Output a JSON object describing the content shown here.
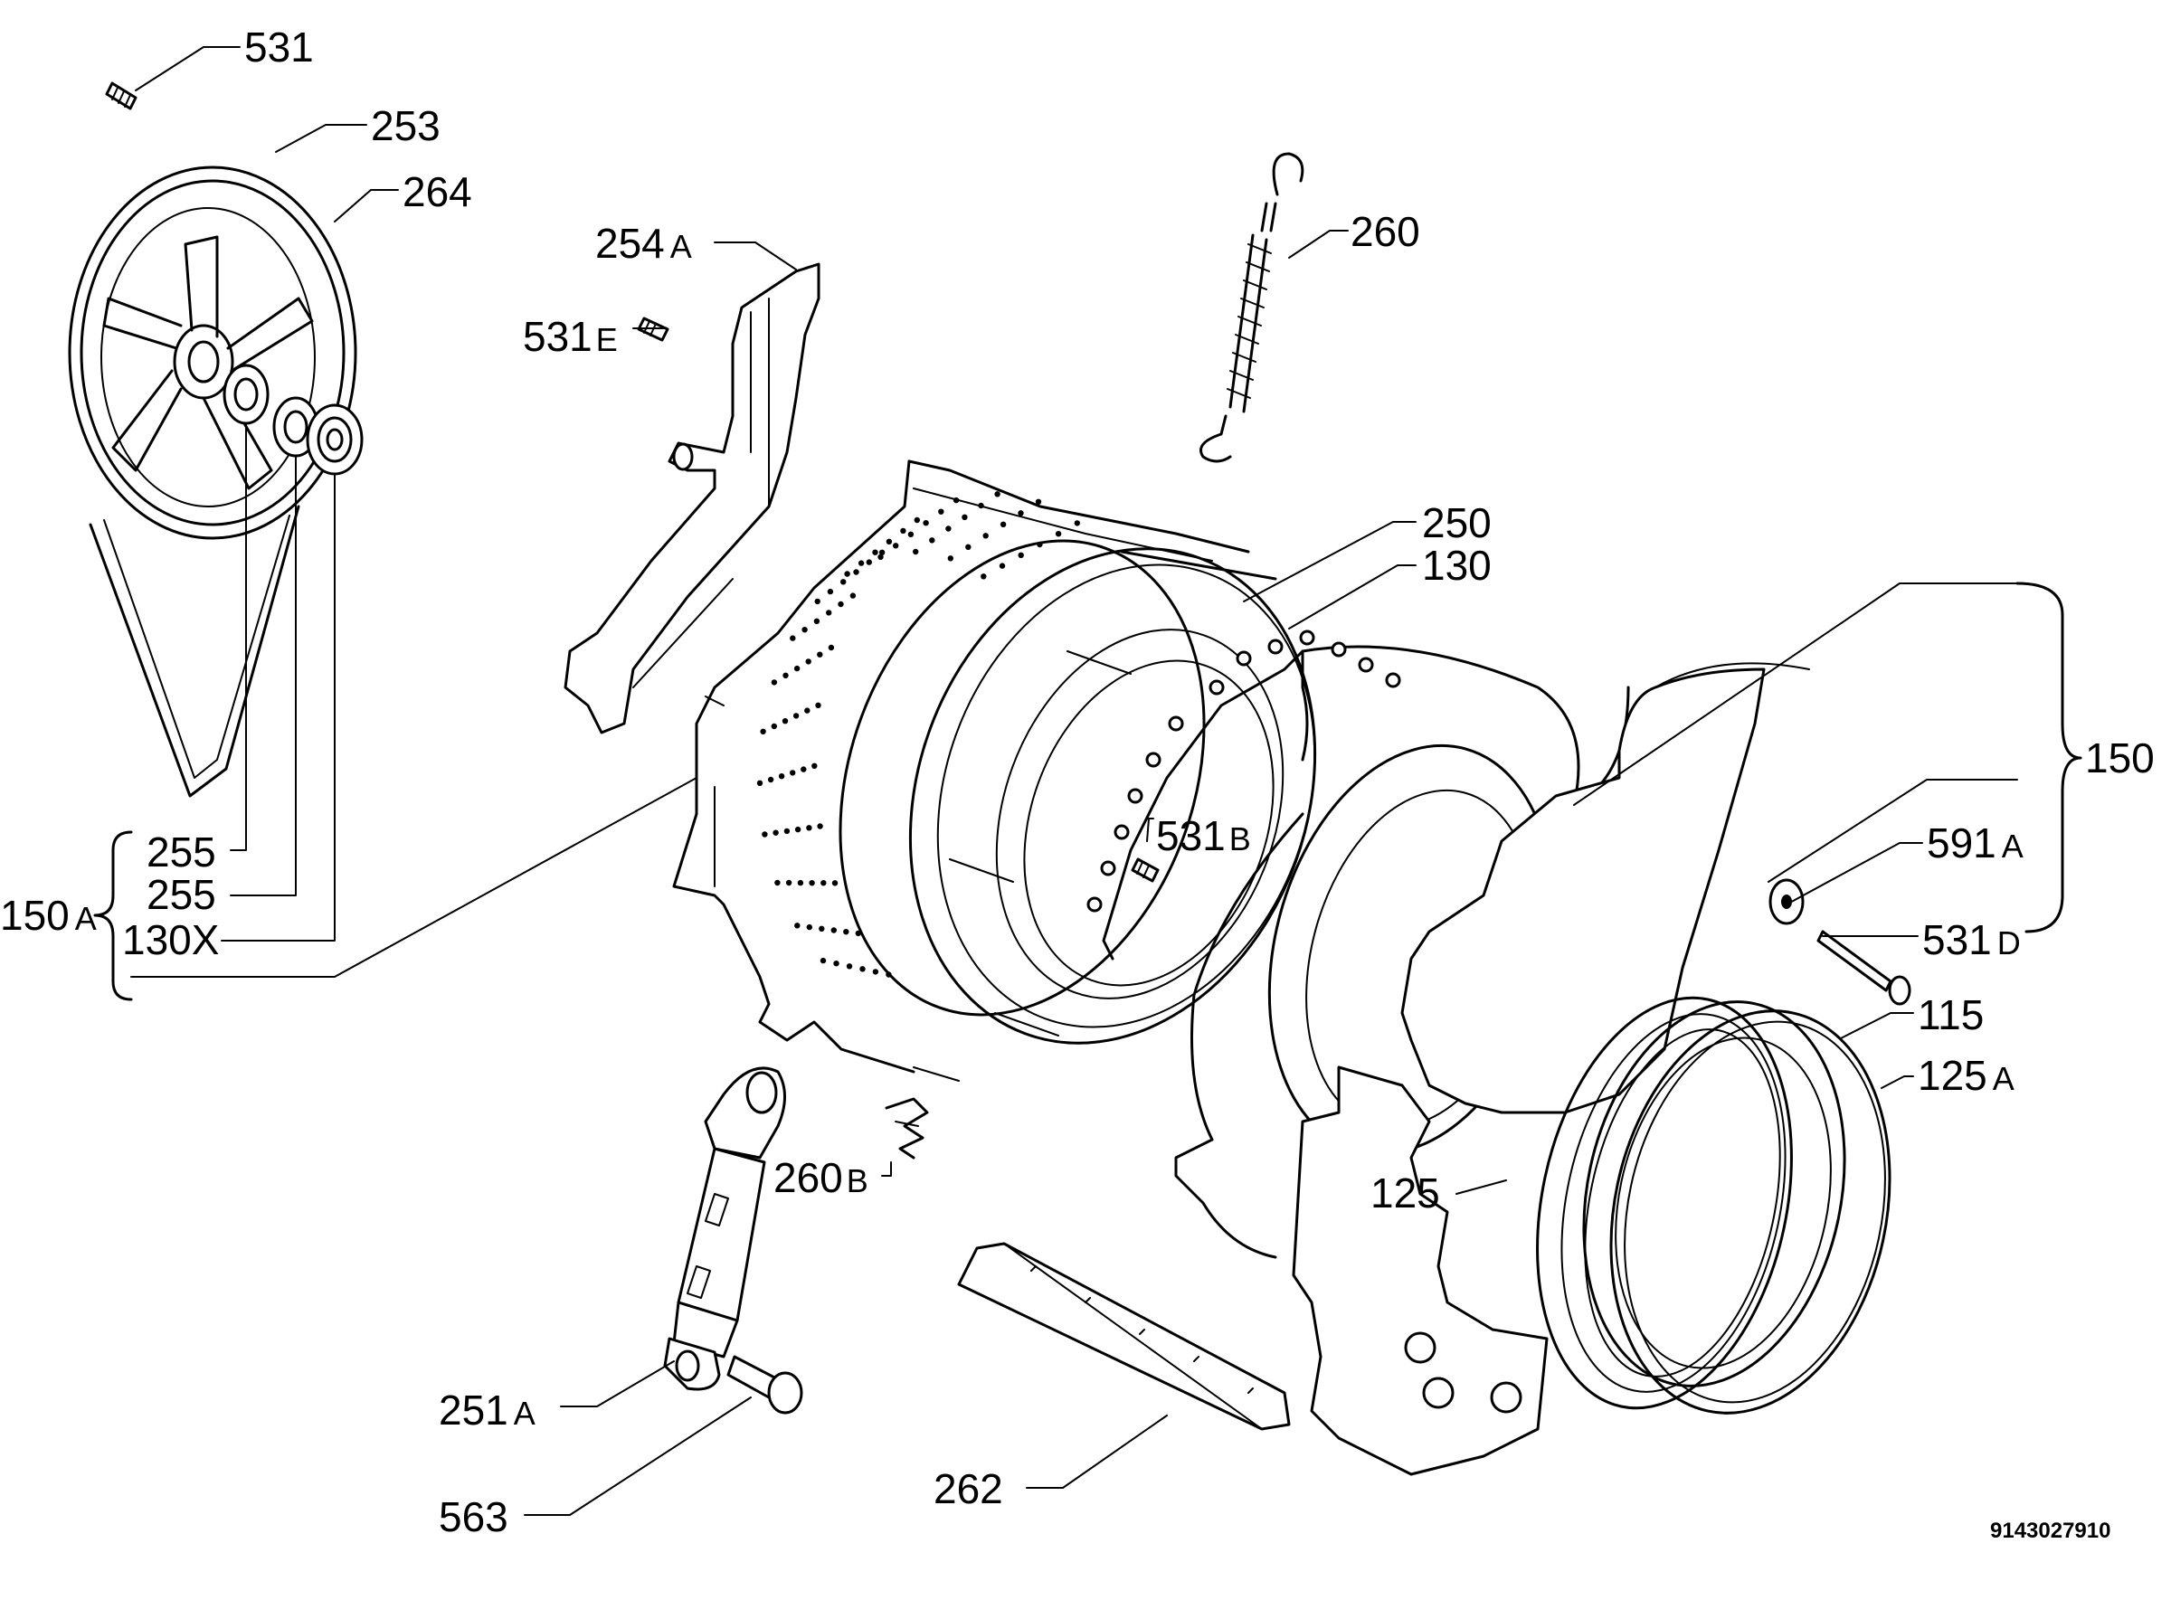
{
  "labels": {
    "p531": {
      "num": "531",
      "suffix": ""
    },
    "p253": {
      "num": "253",
      "suffix": ""
    },
    "p264": {
      "num": "264",
      "suffix": ""
    },
    "p254A": {
      "num": "254",
      "suffix": "A"
    },
    "p531E": {
      "num": "531",
      "suffix": "E"
    },
    "p260": {
      "num": "260",
      "suffix": ""
    },
    "p250": {
      "num": "250",
      "suffix": ""
    },
    "p130": {
      "num": "130",
      "suffix": ""
    },
    "p150": {
      "num": "150",
      "suffix": ""
    },
    "p531B": {
      "num": "531",
      "suffix": "B"
    },
    "p591A": {
      "num": "591",
      "suffix": "A"
    },
    "p531D": {
      "num": "531",
      "suffix": "D"
    },
    "p115": {
      "num": "115",
      "suffix": ""
    },
    "p125A": {
      "num": "125",
      "suffix": "A"
    },
    "p125": {
      "num": "125",
      "suffix": ""
    },
    "p255a": {
      "num": "255",
      "suffix": ""
    },
    "p255b": {
      "num": "255",
      "suffix": ""
    },
    "p150A": {
      "num": "150",
      "suffix": "A"
    },
    "p130X": {
      "num": "130X",
      "suffix": ""
    },
    "p260B": {
      "num": "260",
      "suffix": "B"
    },
    "p251A": {
      "num": "251",
      "suffix": "A"
    },
    "p563": {
      "num": "563",
      "suffix": ""
    },
    "p262": {
      "num": "262",
      "suffix": ""
    }
  },
  "drawing_code": "9143027910"
}
